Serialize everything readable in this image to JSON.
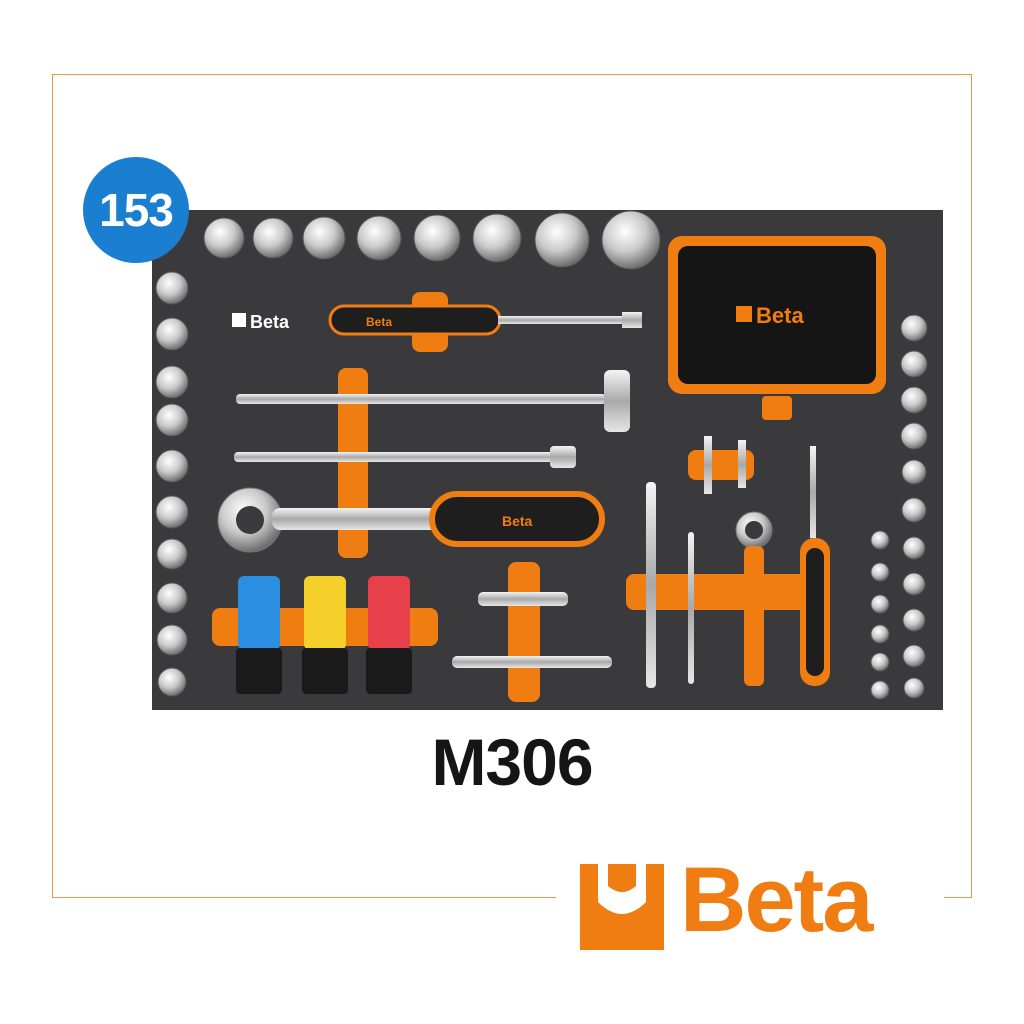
{
  "badge": {
    "number": "153"
  },
  "tray": {
    "brand_label": "Beta",
    "case_brand_label": "Beta",
    "screwdriver_brand_label": "Beta",
    "ratchet_brand_label": "Beta"
  },
  "product": {
    "model": "M306"
  },
  "logo": {
    "text": "Beta"
  },
  "colors": {
    "orange": "#f07d12",
    "tray_foam": "#3a3a3c",
    "badge_blue": "#1a7fd0",
    "frame_line": "#e89a4a",
    "impact_socket_blue": "#2a8fe0",
    "impact_socket_yellow": "#f5cf2a",
    "impact_socket_red": "#e8404a"
  },
  "icons": {
    "logo_mark": "wrench-jaw-icon",
    "tray_brand_mark": "wrench-jaw-icon"
  }
}
